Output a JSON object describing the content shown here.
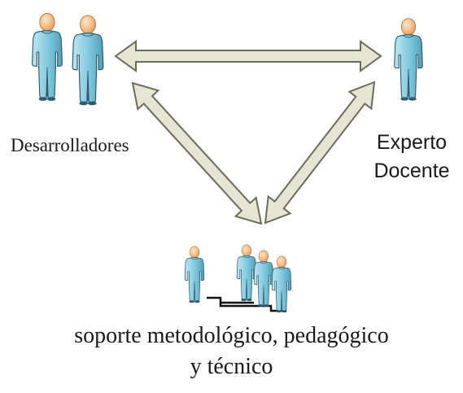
{
  "labels": {
    "developers": "Desarrolladores",
    "expert_line1": "Experto",
    "expert_line2": "Docente",
    "support_line1": "soporte metodológico, pedagógico",
    "support_line2": "y técnico"
  },
  "nodes": [
    {
      "id": "developers",
      "people": 2
    },
    {
      "id": "expert",
      "people": 1
    },
    {
      "id": "support",
      "people": 4
    }
  ],
  "connections": [
    {
      "from": "developers",
      "to": "expert",
      "direction": "bidirectional"
    },
    {
      "from": "developers",
      "to": "support",
      "direction": "bidirectional"
    },
    {
      "from": "expert",
      "to": "support",
      "direction": "bidirectional"
    }
  ],
  "colors": {
    "arrow_fill": "#e4e6d2",
    "arrow_stroke": "#6b6d5a",
    "body_light": "#bfe6f2",
    "body_mid": "#7ec7dd",
    "body_dark": "#4f9fb8",
    "head_light": "#ffd8b0",
    "head_dark": "#d99a5c",
    "outline": "#2f5a6a"
  },
  "icons": [
    "person-icon",
    "network-cable-icon"
  ]
}
